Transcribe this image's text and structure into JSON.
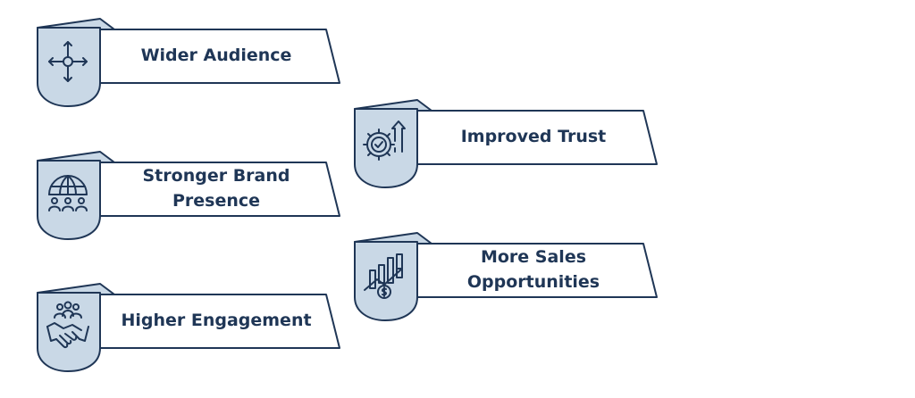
{
  "benefits": [
    {
      "label": "Wider Audience",
      "icon": "move-arrows-icon"
    },
    {
      "label": "Stronger Brand\nPresence",
      "icon": "globe-people-icon"
    },
    {
      "label": "Higher Engagement",
      "icon": "handshake-team-icon"
    },
    {
      "label": "Improved Trust",
      "icon": "gear-check-arrow-icon"
    },
    {
      "label": "More Sales\nOpportunities",
      "icon": "growth-chart-dollar-icon"
    }
  ],
  "colors": {
    "outline": "#1f3656",
    "shield_fill": "#c9d8e6",
    "text": "#1f3656"
  }
}
